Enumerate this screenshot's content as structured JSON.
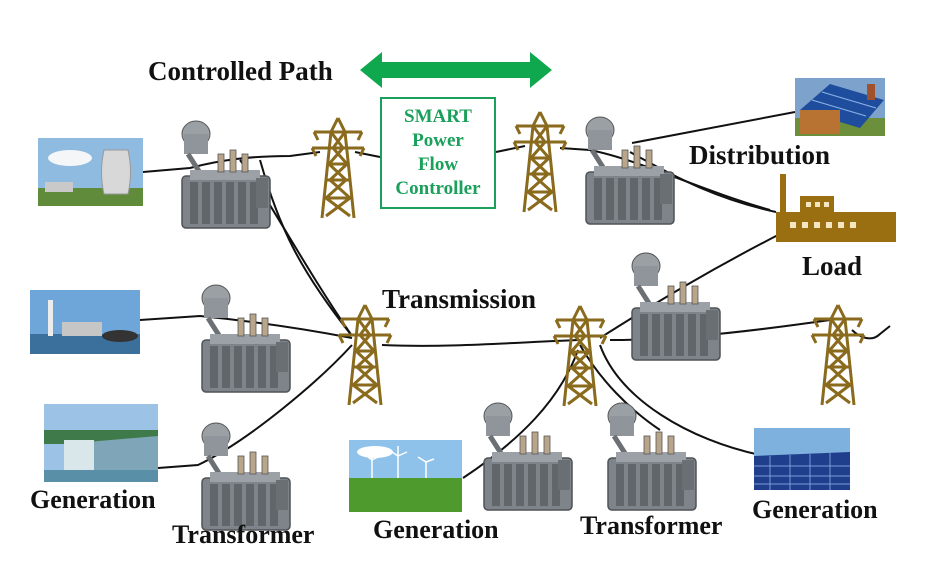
{
  "labels": {
    "controlled_path": "Controlled Path",
    "distribution": "Distribution",
    "load": "Load",
    "transmission": "Transmission",
    "generation_hydro": "Generation",
    "transformer_left": "Transformer",
    "generation_wind": "Generation",
    "transformer_right": "Transformer",
    "generation_solar": "Generation"
  },
  "smart_controller": {
    "lines": [
      "SMART",
      "Power",
      "Flow",
      "Controller"
    ]
  },
  "colors": {
    "arrow_green": "#10a84f",
    "controller_text": "#1aa05a",
    "tower_brown": "#8a6a1c",
    "factory_brown": "#9a6f12",
    "line_black": "#111111"
  },
  "icons": {
    "nuclear_plant": "nuclear-plant-photo-icon",
    "coal_plant": "coal-plant-photo-icon",
    "hydro_dam": "hydro-dam-photo-icon",
    "wind_farm": "wind-farm-photo-icon",
    "solar_farm": "solar-farm-photo-icon",
    "solar_house": "solar-house-photo-icon",
    "factory": "factory-icon",
    "transformer": "transformer-icon",
    "tower": "transmission-tower-icon"
  }
}
